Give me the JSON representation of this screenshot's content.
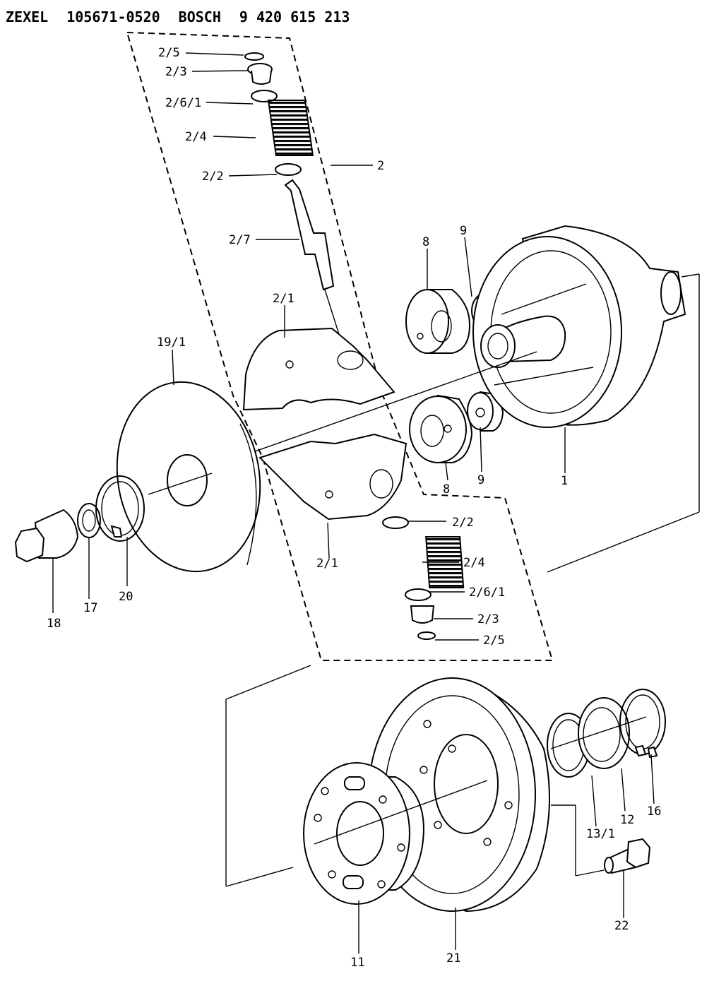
{
  "header": {
    "brand": "ZEXEL",
    "zexel_number": "105671-0520",
    "maker": "BOSCH",
    "bosch_number": "9 420 615 213"
  },
  "labels": {
    "p2_5_top": "2/5",
    "p2_3_top": "2/3",
    "p2_6_1_top": "2/6/1",
    "p2_4_top": "2/4",
    "p2_2_top": "2/2",
    "p2": "2",
    "p2_7": "2/7",
    "p2_1_top": "2/1",
    "p8_top": "8",
    "p9_top": "9",
    "p19_1": "19/1",
    "p8_bottom": "8",
    "p9_bottom": "9",
    "p1": "1",
    "p2_2_bottom": "2/2",
    "p2_4_bottom": "2/4",
    "p2_6_1_bottom": "2/6/1",
    "p2_3_bottom": "2/3",
    "p2_5_bottom": "2/5",
    "p2_1_bottom": "2/1",
    "p18": "18",
    "p17": "17",
    "p20": "20",
    "p13_1": "13/1",
    "p12": "12",
    "p16": "16",
    "p22": "22",
    "p11": "11",
    "p21": "21"
  }
}
